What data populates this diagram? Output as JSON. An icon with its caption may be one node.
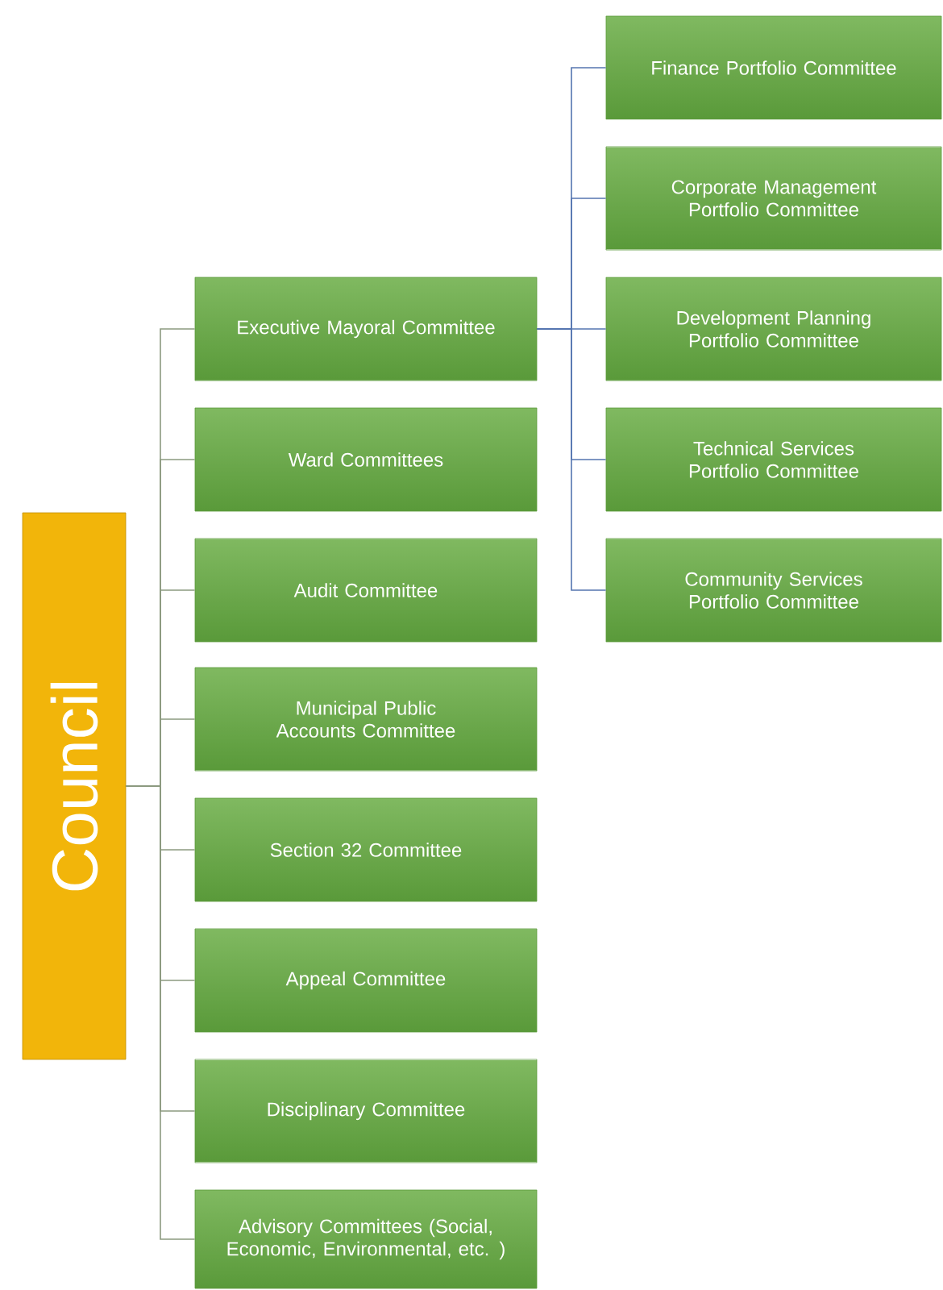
{
  "diagram": {
    "nodes": [
      {
        "text": [
          "Council"
        ]
      },
      {
        "text": [
          "Executive Mayoral Committee"
        ]
      },
      {
        "text": [
          "Ward Committees"
        ]
      },
      {
        "text": [
          "Audit Committee"
        ]
      },
      {
        "text": [
          "Municipal Public Accounts Committee"
        ]
      },
      {
        "text": [
          "Section 32 Committee"
        ]
      },
      {
        "text": [
          "Appeal Committee"
        ]
      },
      {
        "text": [
          "Disciplinary Committee"
        ]
      },
      {
        "text": [
          "Advisory Committees (Social, Economic, Environmental, etc. )"
        ]
      },
      {
        "text": [
          "Finance Portfolio Committee"
        ]
      },
      {
        "text": [
          "Corporate Management Portfolio Committee"
        ]
      },
      {
        "text": [
          "Development Planning Portfolio Committee"
        ]
      },
      {
        "text": [
          "Technical Services Portfolio Committee"
        ]
      },
      {
        "text": [
          "Community Services Portfolio Committee"
        ]
      }
    ],
    "edges": [
      {
        "from": 0,
        "to": 1,
        "arrow": "none"
      },
      {
        "from": 0,
        "to": 2,
        "arrow": "none"
      },
      {
        "from": 0,
        "to": 3,
        "arrow": "none"
      },
      {
        "from": 0,
        "to": 4,
        "arrow": "none"
      },
      {
        "from": 0,
        "to": 5,
        "arrow": "none"
      },
      {
        "from": 0,
        "to": 6,
        "arrow": "none"
      },
      {
        "from": 0,
        "to": 7,
        "arrow": "none"
      },
      {
        "from": 0,
        "to": 8,
        "arrow": "none"
      },
      {
        "from": 1,
        "to": 9,
        "arrow": "none",
        "color": "#5575b0"
      },
      {
        "from": 1,
        "to": 10,
        "arrow": "none",
        "color": "#5575b0"
      },
      {
        "from": 1,
        "to": 11,
        "arrow": "none",
        "color": "#5575b0"
      },
      {
        "from": 1,
        "to": 12,
        "arrow": "none",
        "color": "#5575b0"
      },
      {
        "from": 1,
        "to": 13,
        "arrow": "none",
        "color": "#5575b0"
      }
    ]
  }
}
